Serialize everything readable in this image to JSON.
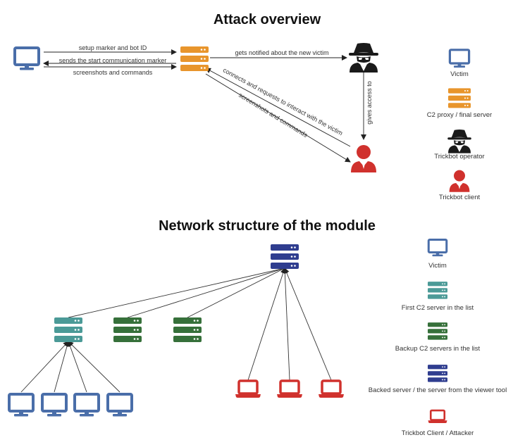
{
  "titles": {
    "attack": "Attack overview",
    "network": "Network structure of the module"
  },
  "colors": {
    "victim": "#4a6ea9",
    "c2_proxy": "#e8952c",
    "operator": "#1a1a1a",
    "client": "#d0312d",
    "first_c2": "#4b9a97",
    "backup_c2": "#36703a",
    "backend": "#2f3d8f",
    "attacker": "#d0312d"
  },
  "attack_edges": {
    "setup": "setup marker and bot ID",
    "start": "sends the start communication marker",
    "screens_top": "screenshots and commands",
    "notified": "gets notified about the new victim",
    "gives_access": "gives access to",
    "connects": "connects and requests to interact with the victim",
    "screens_diag": "screenshots and commands"
  },
  "legend_attack": {
    "victim": "Victim",
    "c2": "C2 proxy / final server",
    "operator": "Trickbot operator",
    "client": "Trickbot client"
  },
  "legend_network": {
    "victim": "Victim",
    "first_c2": "First C2 server in the list",
    "backup_c2": "Backup C2 servers in the list",
    "backend": "Backed server / the server from the viewer tool",
    "attacker": "Trickbot Client / Attacker"
  },
  "icons": {
    "monitor": "monitor-icon",
    "server": "server-icon",
    "spy": "spy-icon",
    "user": "user-icon",
    "laptop": "laptop-icon"
  }
}
